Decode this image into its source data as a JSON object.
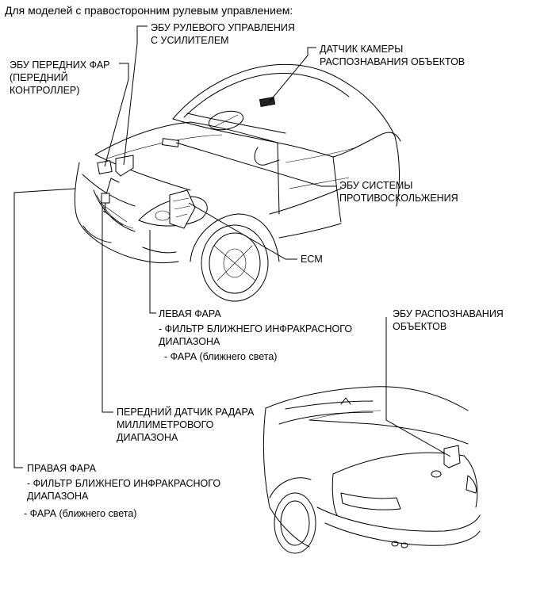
{
  "header": "Для моделей с правосторонним рулевым управлением:",
  "labels": {
    "headlight_ecu": [
      "ЭБУ ПЕРЕДНИХ ФАР",
      "(ПЕРЕДНИЙ",
      "КОНТРОЛЛЕР)"
    ],
    "power_steering_ecu": [
      "ЭБУ РУЛЕВОГО УПРАВЛЕНИЯ",
      "С УСИЛИТЕЛЕМ"
    ],
    "camera_sensor": [
      "ДАТЧИК КАМЕРЫ",
      "РАСПОЗНАВАНИЯ ОБЪЕКТОВ"
    ],
    "skid_control_ecu": [
      "ЭБУ СИСТЕМЫ",
      "ПРОТИВОСКОЛЬЖЕНИЯ"
    ],
    "ecm": "ECM",
    "left_headlight": {
      "title": "ЛЕВАЯ ФАРА",
      "item1": [
        "- ФИЛЬТР БЛИЖНЕГО ИНФРАКРАСНОГО",
        "ДИАПАЗОНА"
      ],
      "item2": "- ФАРА (ближнего света)"
    },
    "recognition_ecu": [
      "ЭБУ РАСПОЗНАВАНИЯ",
      "ОБЪЕКТОВ"
    ],
    "radar_sensor": [
      "ПЕРЕДНИЙ ДАТЧИК РАДАРА",
      "МИЛЛИМЕТРОВОГО",
      "ДИАПАЗОНА"
    ],
    "right_headlight": {
      "title": "ПРАВАЯ ФАРА",
      "item1": [
        "- ФИЛЬТР БЛИЖНЕГО ИНФРАКРАСНОГО",
        "ДИАПАЗОНА"
      ],
      "item2": "- ФАРА (ближнего света)"
    }
  }
}
